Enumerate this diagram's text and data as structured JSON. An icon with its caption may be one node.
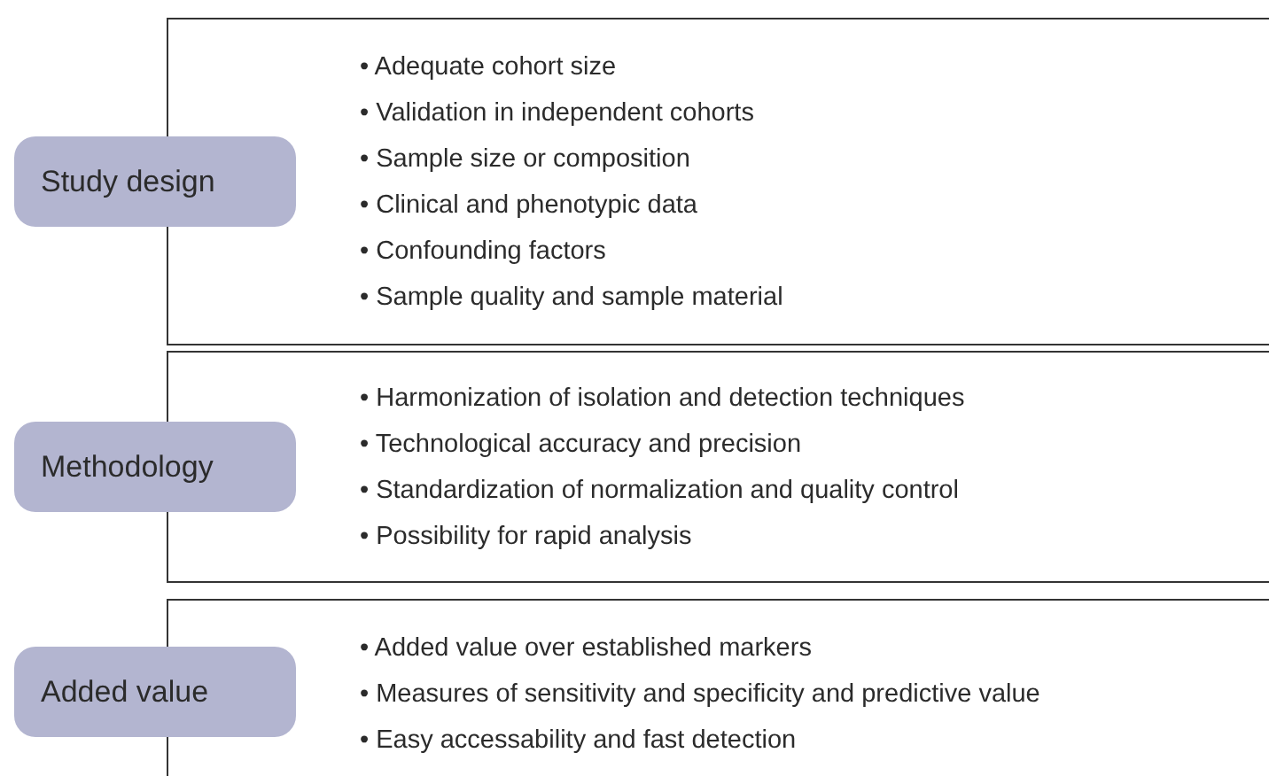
{
  "diagram": {
    "nodes": [
      {
        "text": [
          "Study design"
        ]
      },
      {
        "text": [
          "• Adequate cohort size",
          "• Validation in independent cohorts",
          "• Sample size or composition",
          "• Clinical and phenotypic data",
          "• Confounding factors",
          "• Sample quality and sample material"
        ]
      },
      {
        "text": [
          "Methodology"
        ]
      },
      {
        "text": [
          "• Harmonization of isolation and detection techniques",
          "• Technological accuracy and precision",
          "• Standardization of normalization and quality control",
          "• Possibility for rapid analysis"
        ]
      },
      {
        "text": [
          "Added value"
        ]
      },
      {
        "text": [
          "• Added value over established markers",
          "• Measures of sensitivity and specificity and predictive value",
          "• Easy accessability and fast detection"
        ]
      }
    ]
  }
}
